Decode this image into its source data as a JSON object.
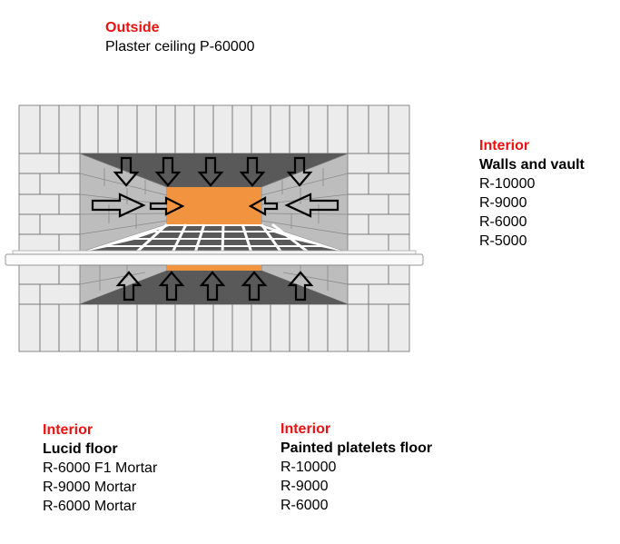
{
  "outside": {
    "heading": "Outside",
    "line": "Plaster ceiling P-60000"
  },
  "walls_and_vault": {
    "heading": "Interior",
    "subheading": "Walls and vault",
    "items": [
      "R-10000",
      "R-9000",
      "R-6000",
      "R-5000"
    ]
  },
  "lucid_floor": {
    "heading": "Interior",
    "subheading": "Lucid floor",
    "items": [
      "R-6000 F1 Mortar",
      "R-9000 Mortar",
      "R-6000 Mortar"
    ]
  },
  "painted_floor": {
    "heading": "Interior",
    "subheading": "Painted platelets floor",
    "items": [
      "R-10000",
      "R-9000",
      "R-6000"
    ]
  },
  "colors": {
    "heading_red": "#ee1111",
    "heat_orange": "#f29340",
    "cavity_dark": "#595959",
    "brick_light": "#ececec",
    "brick_side": "#bdbdbd"
  },
  "icons": {
    "arrow_down": "arrow-down-icon",
    "arrow_up": "arrow-up-icon",
    "arrow_right": "arrow-right-icon",
    "arrow_left": "arrow-left-icon"
  }
}
